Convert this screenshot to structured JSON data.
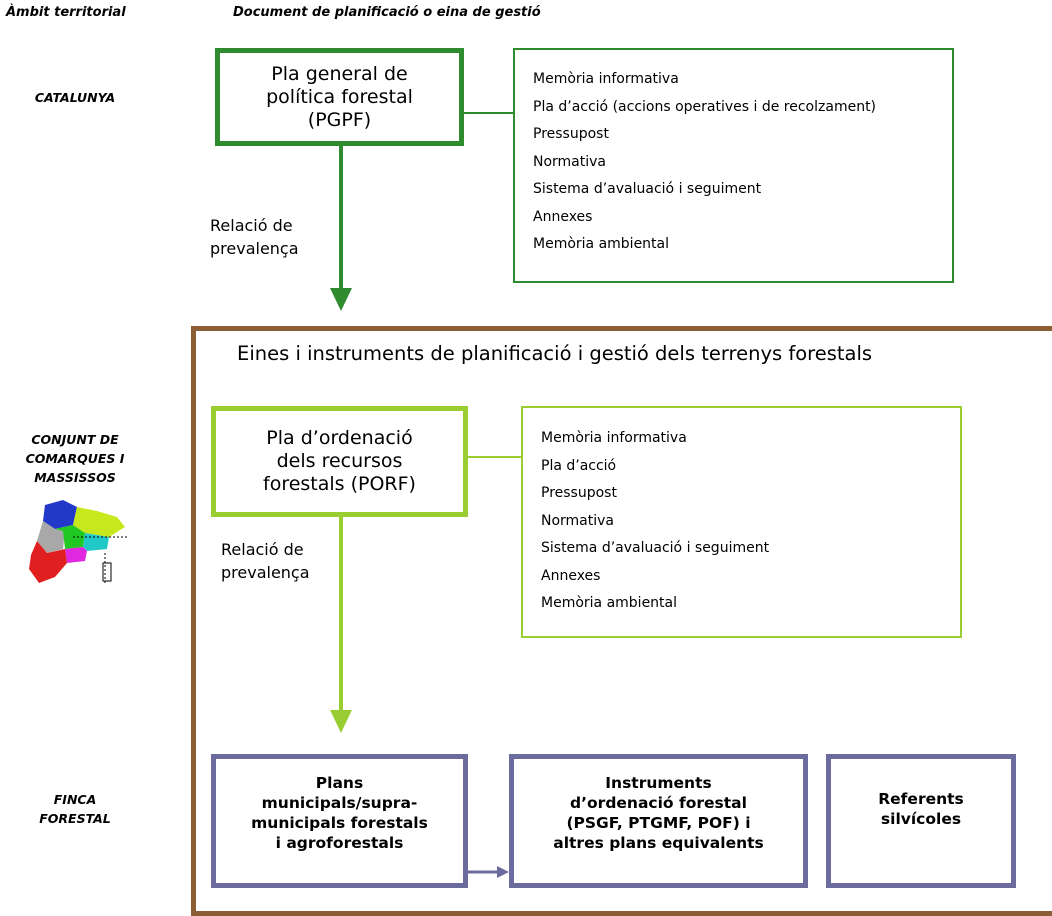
{
  "header": {
    "scope_heading": "Àmbit territorial",
    "document_heading": "Document de planificació o eina de gestió"
  },
  "scopes": {
    "catalunya": "CATALUNYA",
    "comarques": [
      "CONJUNT DE",
      "COMARQUES I",
      "MASSISSOS"
    ],
    "finca": [
      "FINCA",
      "FORESTAL"
    ]
  },
  "pgpf": {
    "title_lines": [
      "Pla general de",
      "política forestal",
      "(PGPF)"
    ],
    "contents": [
      "Memòria informativa",
      "Pla d’acció (accions operatives i de recolzament)",
      "Pressupost",
      "Normativa",
      "Sistema d’avaluació i seguiment",
      "Annexes",
      "Memòria ambiental"
    ]
  },
  "relation_1": [
    "Relació de",
    "prevalença"
  ],
  "instruments_title": "Eines i instruments de planificació i gestió dels terrenys forestals",
  "porf": {
    "title_lines": [
      "Pla d’ordenació",
      "dels recursos",
      "forestals (PORF)"
    ],
    "contents": [
      "Memòria informativa",
      "Pla d’acció",
      "Pressupost",
      "Normativa",
      "Sistema d’avaluació i seguiment",
      "Annexes",
      "Memòria ambiental"
    ]
  },
  "relation_2": [
    "Relació de",
    "prevalença"
  ],
  "bottom_boxes": {
    "plans": [
      "Plans",
      "municipals/supra-",
      "municipals forestals",
      "i agroforestals"
    ],
    "instruments": [
      "Instruments",
      "d’ordenació forestal",
      "(PSGF, PTGMF, POF) i",
      "altres plans equivalents"
    ],
    "referents": [
      "Referents",
      "silvícoles"
    ]
  },
  "colors": {
    "dark_green": "#2e8b2e",
    "light_green": "#9acd32",
    "brown": "#8b5e34",
    "purple": "#6b6b9e"
  }
}
